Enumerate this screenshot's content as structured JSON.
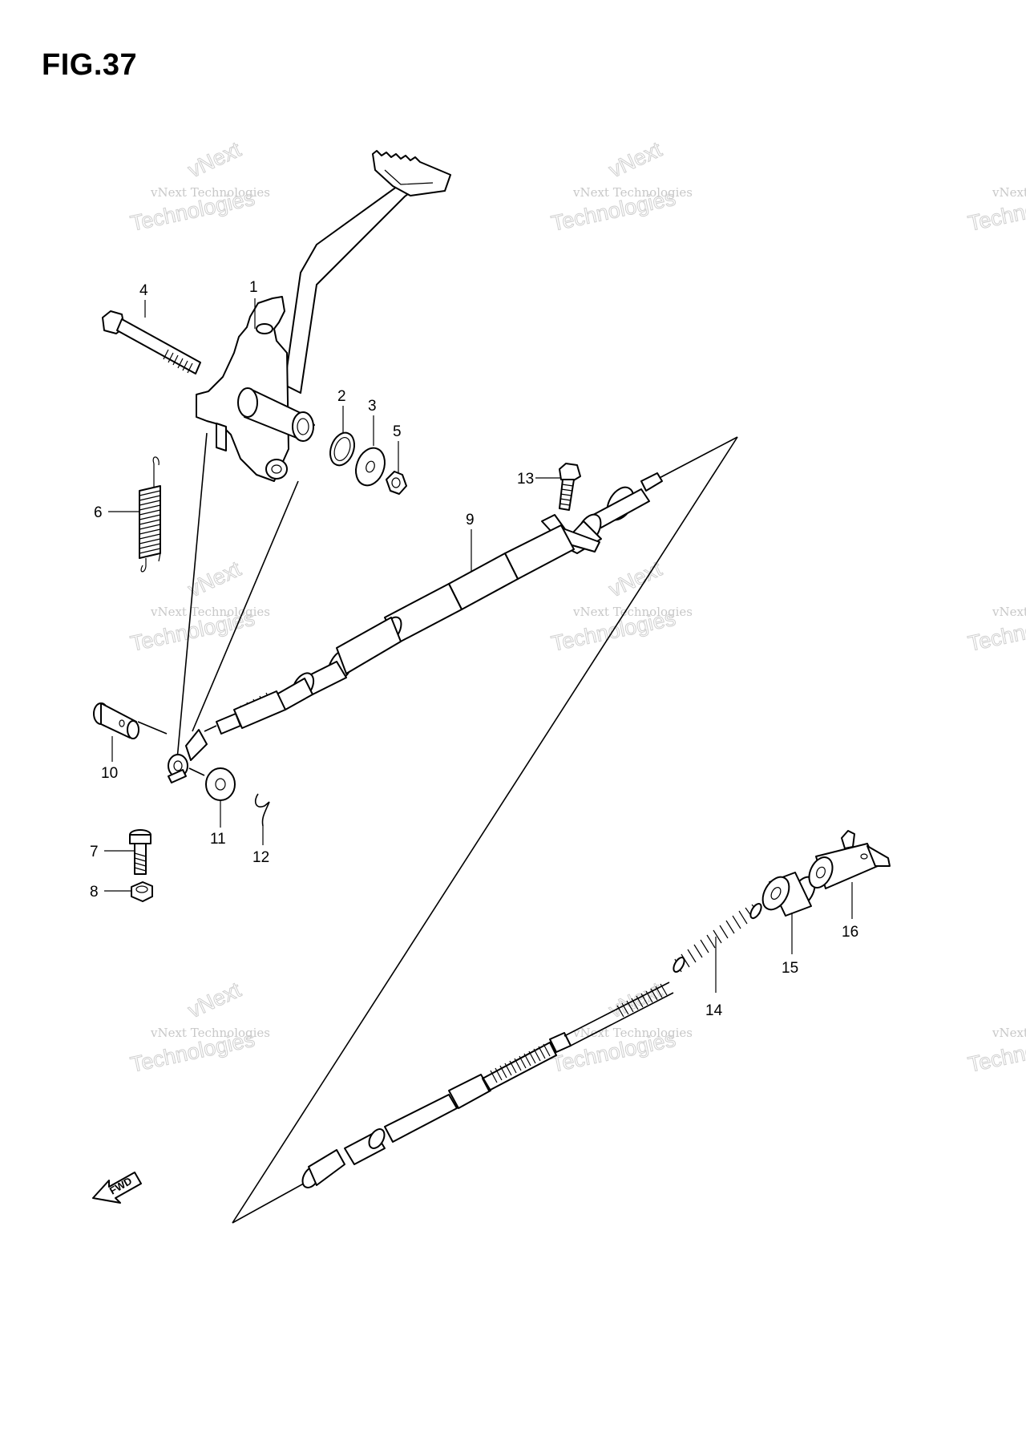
{
  "figure": {
    "title": "FIG.37"
  },
  "callouts": [
    "1",
    "2",
    "3",
    "4",
    "5",
    "6",
    "7",
    "8",
    "9",
    "10",
    "11",
    "12",
    "13",
    "14",
    "15",
    "16"
  ],
  "watermark": {
    "line1": "vNext Technologies",
    "line2": "vNext",
    "line3": "Technologies"
  },
  "fwd_label": "FWD"
}
